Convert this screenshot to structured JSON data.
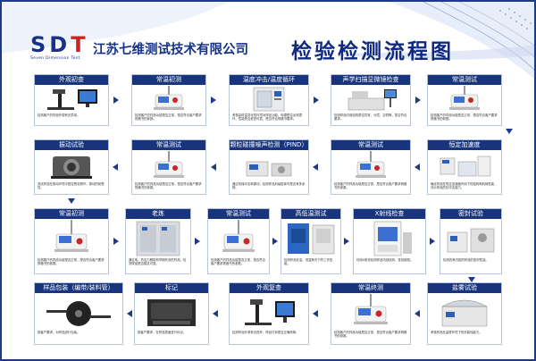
{
  "logo": {
    "letters_a": "SD",
    "letters_b": "T",
    "subtitle": "Seven Dimension Test"
  },
  "company": "江苏七维测试技术有限公司",
  "title": "检验检测流程图",
  "steps": [
    {
      "label": "外观初查",
      "desc": "检测客户的样品外观有无异常。"
    },
    {
      "label": "常温初测",
      "desc": "检测客户的样品功能是否正常，是否符合客户要求规格书的参数。"
    },
    {
      "label": "温度冲击/温度循环",
      "desc": "考核高低温变化的环境对样品功能、电源是否出现损坏、性能是否依然可靠，是否符合规格书要求。"
    },
    {
      "label": "声学扫描显微镜检查",
      "desc": "检测样品内部结构是否异常、分层、空洞等，是否符合要求。"
    },
    {
      "label": "常温测试",
      "desc": "检测客户的样品功能是否正常，是否符合客户要求规格书的参数。"
    },
    {
      "label": "振动试验",
      "desc": "测试样品在振动环境中是否受到损坏、振动的耐受性。"
    },
    {
      "label": "常温测试",
      "desc": "检测客户的样品功能是否正常，是否符合客户要求规格书的参数。"
    },
    {
      "label": "颗粒碰撞噪声检测（PIND）",
      "desc": "通过机械冲击和振动，检测样品封装腔体内是否有多余物。"
    },
    {
      "label": "常温测试",
      "desc": "检测客户的样品功能是否正常，是否符合客户要求规格书的参数。"
    },
    {
      "label": "恒定加速度",
      "desc": "确定样品在恒定加速度作用下的结构和机械性能，评价样品的抗冲击能力。"
    },
    {
      "label": "常温初测",
      "desc": "检测客户的样品功能是否正常，是否符合客户要求规格书的参数。"
    },
    {
      "label": "老炼",
      "desc": "通过电、热应力剔除有早期失效的样品，检测样品是否稳定可靠。"
    },
    {
      "label": "常温测试",
      "desc": "检测客户的样品功能是否正常，是否符合客户要求规格书的参数。"
    },
    {
      "label": "高低温测试",
      "desc": "检测样品在高、低温条件下的工作性能。"
    },
    {
      "label": "X射线检查",
      "desc": "利用X射线检测样品内部结构，查找缺陷。"
    },
    {
      "label": "密封试验",
      "desc": "检测具有内腔的样品的密封性能。"
    },
    {
      "label": "样品包装（编带/装料管）",
      "desc": "按客户要求，对样品进行包装。"
    },
    {
      "label": "标记",
      "desc": "按客户要求，在样品表面进行标记。"
    },
    {
      "label": "外观复查",
      "desc": "检测样品外观有无损坏，样品打标是否正确清晰。"
    },
    {
      "label": "常温终测",
      "desc": "检测客户的样品功能是否正常，是否符合客户要求规格书的参数。"
    },
    {
      "label": "盐雾试验",
      "desc": "考核样品在盐雾环境下的抗腐蚀能力。"
    }
  ]
}
